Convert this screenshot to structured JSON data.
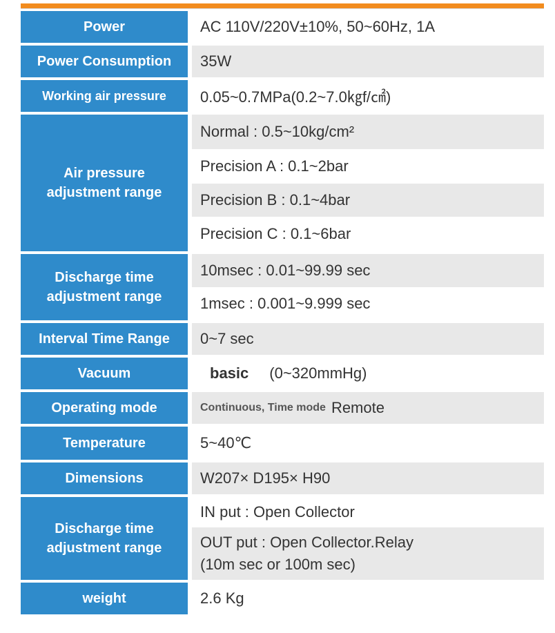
{
  "spec_table": {
    "rows": [
      {
        "label": "Power",
        "values": [
          "AC 110V/220V±10%, 50~60Hz, 1A"
        ]
      },
      {
        "label": "Power Consumption",
        "values": [
          "35W"
        ]
      },
      {
        "label": "Working air pressure",
        "values": [
          "0.05~0.7MPa(0.2~7.0㎏f/㎠)"
        ]
      },
      {
        "label": "Air pressure adjustment range",
        "values": [
          "Normal : 0.5~10kg/cm²",
          "Precision A : 0.1~2bar",
          "Precision B : 0.1~4bar",
          "Precision C : 0.1~6bar"
        ]
      },
      {
        "label": "Discharge time adjustment range",
        "values": [
          "10msec : 0.01~99.99 sec",
          "1msec : 0.001~9.999 sec"
        ]
      },
      {
        "label": "Interval Time Range",
        "values": [
          "0~7 sec"
        ]
      },
      {
        "label": "Vacuum",
        "value_parts": [
          "basic",
          "(0~320mmHg)"
        ]
      },
      {
        "label": "Operating mode",
        "value_parts": [
          "Continuous, Time mode",
          "Remote"
        ]
      },
      {
        "label": "Temperature",
        "values": [
          "5~40℃"
        ]
      },
      {
        "label": "Dimensions",
        "values": [
          "W207× D195× H90"
        ]
      },
      {
        "label": "Discharge time adjustment range",
        "values": [
          "IN put : Open Collector"
        ],
        "multiline": [
          "OUT put : Open Collector.Relay",
          "(10m sec or 100m sec)"
        ]
      },
      {
        "label": "weight",
        "values": [
          "2.6 Kg"
        ]
      }
    ]
  },
  "colors": {
    "label_bg": "#2f8bcb",
    "accent_bar": "#f28c1e",
    "shade_bg": "#e8e8e8"
  }
}
